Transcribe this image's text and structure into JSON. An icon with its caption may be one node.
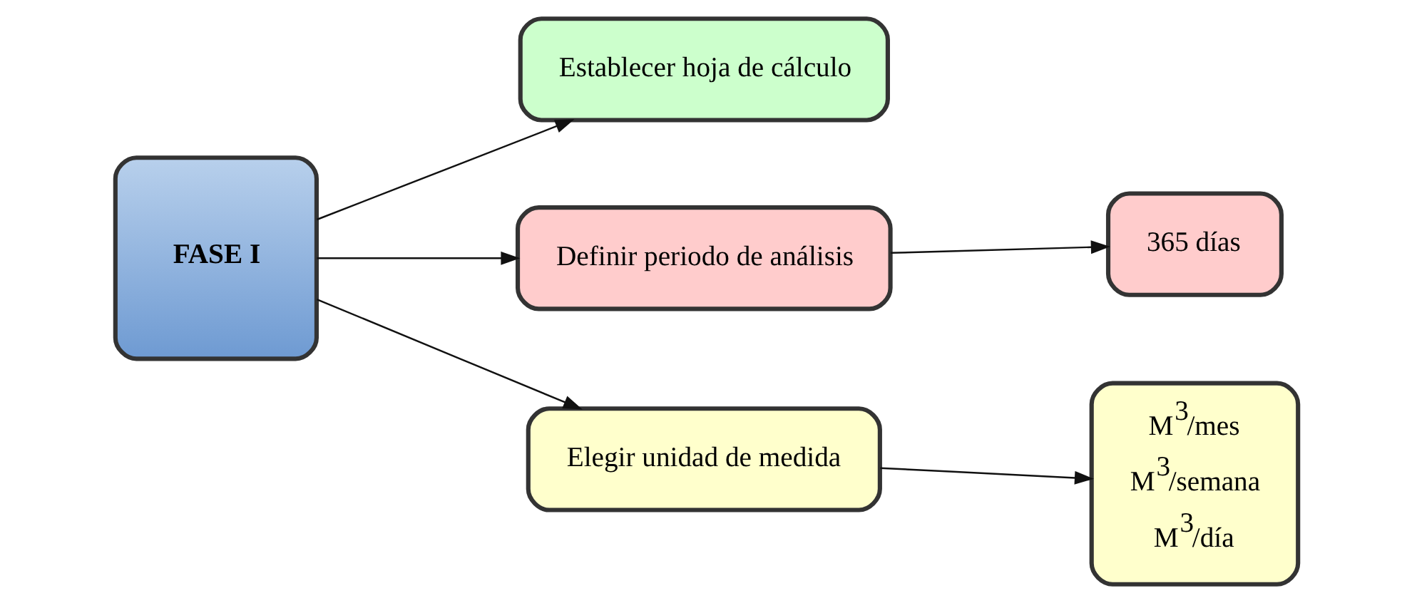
{
  "diagram": {
    "nodes": [
      {
        "text": [
          "FASE I"
        ]
      },
      {
        "text": [
          "Establecer hoja de cálculo"
        ]
      },
      {
        "text": [
          "Definir periodo de análisis"
        ]
      },
      {
        "text": [
          "365 días"
        ]
      },
      {
        "text": [
          "Elegir unidad de medida"
        ]
      },
      {
        "text": [
          "M$^{3}$/mes",
          "M$^{3}$/semana",
          "M$^{3}$/día"
        ]
      }
    ],
    "edges": [
      {
        "from": 0,
        "to": 1,
        "arrow": "to"
      },
      {
        "from": 0,
        "to": 2,
        "arrow": "to"
      },
      {
        "from": 0,
        "to": 4,
        "arrow": "to"
      },
      {
        "from": 2,
        "to": 3,
        "arrow": "to"
      },
      {
        "from": 4,
        "to": 5,
        "arrow": "to"
      }
    ]
  }
}
